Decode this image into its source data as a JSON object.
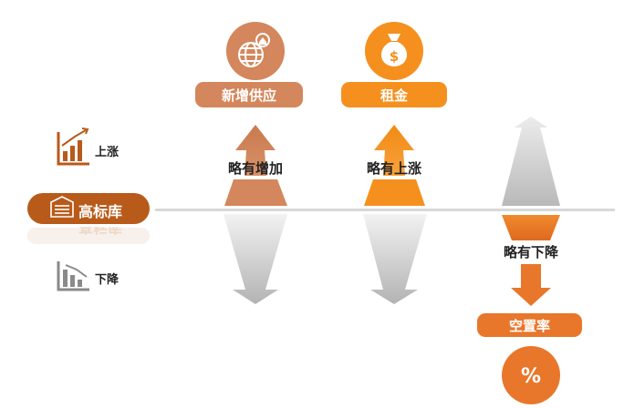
{
  "legend": {
    "up_label": "上涨",
    "down_label": "下降"
  },
  "baseline": {
    "label": "高标库",
    "reflection": "高标库"
  },
  "columns": [
    {
      "top_label": "新增供应",
      "arrow_label": "略有增加",
      "icon": "globe-house-icon",
      "color": "#d4865c"
    },
    {
      "top_label": "租金",
      "arrow_label": "略有上涨",
      "icon": "money-bag-icon",
      "color": "#f5901e"
    },
    {
      "arrow_label": "略有下降",
      "bottom_label": "空置率",
      "icon": "percent-icon",
      "icon_text": "%",
      "color": "#e8772b"
    }
  ],
  "colors": {
    "brown": "#b85a1a",
    "gray": "#d4d4d4",
    "text": "#222222"
  }
}
